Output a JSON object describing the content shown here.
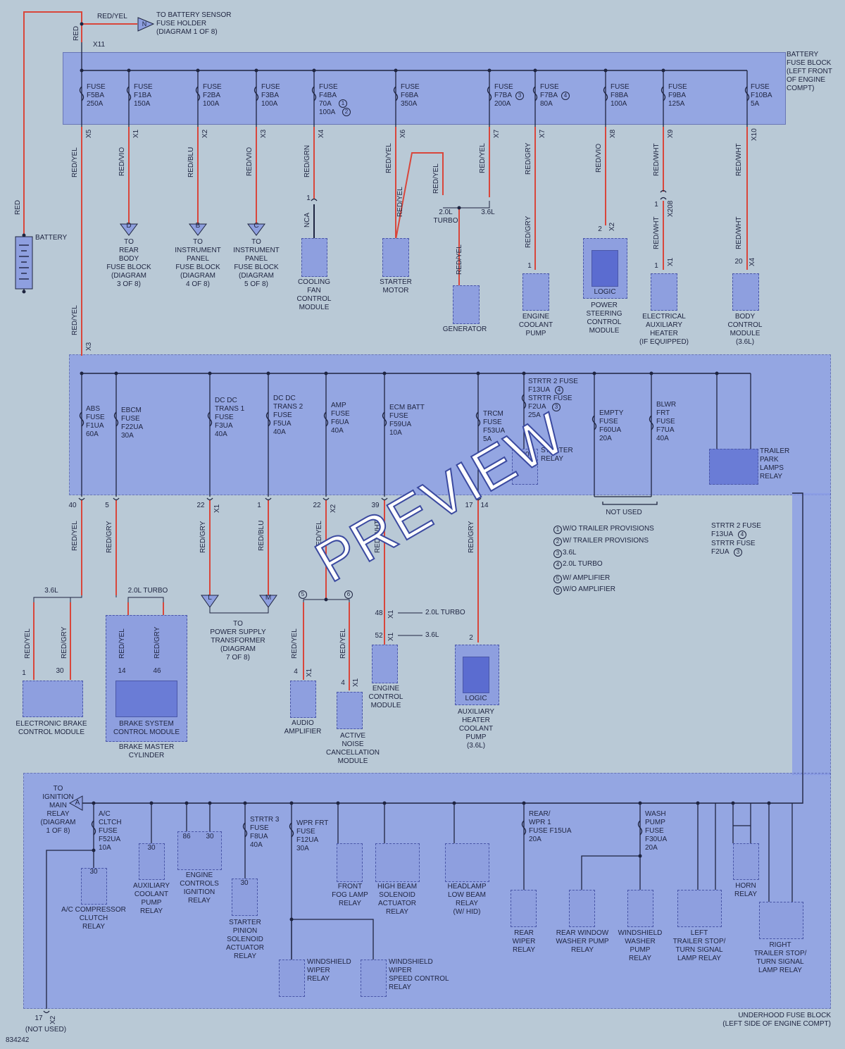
{
  "diagram_id": "834242",
  "watermark": "PREVIEW",
  "battery": {
    "label": "BATTERY",
    "wire": "RED"
  },
  "battery_sensor": {
    "wire": "RED/YEL",
    "conn": "X11",
    "connector": "N",
    "text": "TO BATTERY SENSOR\nFUSE HOLDER\n(DIAGRAM 1 OF 8)"
  },
  "battery_fuse_block": {
    "label": "BATTERY\nFUSE BLOCK\n(LEFT FRONT\nOF ENGINE\nCOMPT)",
    "fuses": [
      {
        "text": "FUSE\nF5BA\n250A",
        "conn": "X5",
        "wire": "RED/YEL"
      },
      {
        "text": "FUSE\nF1BA\n150A",
        "conn": "X1",
        "wire": "RED/VIO"
      },
      {
        "text": "FUSE\nF2BA\n100A",
        "conn": "X2",
        "wire": "RED/BLU"
      },
      {
        "text": "FUSE\nF3BA\n100A",
        "conn": "X3",
        "wire": "RED/VIO"
      },
      {
        "text": "FUSE\nF4BA\n70A\n100A",
        "conn": "X4",
        "wire": "RED/GRN"
      },
      {
        "text": "FUSE\nF6BA\n350A",
        "conn": "X6",
        "wire": "RED/YEL"
      },
      {
        "text": "FUSE\nF7BA\n200A",
        "conn": "X7",
        "wire": "RED/YEL"
      },
      {
        "text": "FUSE\nF7BA\n80A",
        "conn": "X7",
        "wire": "RED/GRY"
      },
      {
        "text": "FUSE\nF8BA\n100A",
        "conn": "X8",
        "wire": "RED/VIO"
      },
      {
        "text": "FUSE\nF9BA\n125A",
        "conn": "X9",
        "wire": "RED/WHT"
      },
      {
        "text": "FUSE\nF10BA\n5A",
        "conn": "X10",
        "wire": "RED/WHT"
      }
    ]
  },
  "top_loads": {
    "rear_body": {
      "connector": "D",
      "text": "TO\nREAR\nBODY\nFUSE BLOCK\n(DIAGRAM\n3 OF 8)"
    },
    "ip_4": {
      "connector": "B",
      "text": "TO\nINSTRUMENT\nPANEL\nFUSE BLOCK\n(DIAGRAM\n4 OF 8)"
    },
    "ip_5": {
      "connector": "C",
      "text": "TO\nINSTRUMENT\nPANEL\nFUSE BLOCK\n(DIAGRAM\n5 OF 8)"
    },
    "cooling_fan": {
      "text": "COOLING\nFAN\nCONTROL\nMODULE",
      "wire": "NCA",
      "pin": "1"
    },
    "starter_motor": {
      "text": "STARTER\nMOTOR",
      "wire": "RED/YEL"
    },
    "generator": {
      "text": "GENERATOR",
      "wire": "RED/YEL",
      "turbo": "2.0L\nTURBO",
      "v6": "3.6L",
      "wire2": "RED/YEL"
    },
    "engine_coolant_pump": {
      "text": "ENGINE\nCOOLANT\nPUMP",
      "wire": "RED/GRY",
      "pin": "1"
    },
    "power_steering": {
      "text": "POWER\nSTEERING\nCONTROL\nMODULE",
      "logic": "LOGIC",
      "pin": "2",
      "conn": "X2"
    },
    "aux_heater": {
      "text": "ELECTRICAL\nAUXILIARY\nHEATER\n(IF EQUIPPED)",
      "wire": "RED/WHT",
      "pin": "1",
      "conn": "X1",
      "inline_pin": "1",
      "inline_conn": "X208"
    },
    "body_control": {
      "text": "BODY\nCONTROL\nMODULE\n(3.6L)",
      "wire": "RED/WHT",
      "pin": "20",
      "conn": "X4"
    }
  },
  "mid_block": {
    "feed_wire": "RED/YEL",
    "feed_conn": "X3",
    "fuses": [
      {
        "text": "ABS\nFUSE\nF1UA\n60A",
        "pin": "40",
        "wire": "RED/YEL"
      },
      {
        "text": "EBCM\nFUSE\nF22UA\n30A",
        "pin": "5",
        "wire": "RED/GRY"
      },
      {
        "text": "DC DC\nTRANS 1\nFUSE\nF3UA\n40A",
        "pin": "22",
        "conn": "X1",
        "wire": "RED/GRY"
      },
      {
        "text": "DC DC\nTRANS 2\nFUSE\nF5UA\n40A",
        "pin": "1",
        "wire": "RED/BLU"
      },
      {
        "text": "AMP\nFUSE\nF6UA\n40A",
        "pin": "22",
        "conn": "X2",
        "wire": "RED/YEL"
      },
      {
        "text": "ECM BATT\nFUSE\nF59UA\n10A",
        "pin": "39",
        "wire": "RED/WHT"
      },
      {
        "text": "TRCM\nFUSE\nF53UA\n5A",
        "pin": "14",
        "pin2": "17",
        "wire": "RED/GRY"
      },
      {
        "text": "STRTR 2 FUSE\nF13UA\nSTRTR FUSE\nF2UA\n25A"
      },
      {
        "text": "EMPTY\nFUSE\nF60UA\n20A"
      },
      {
        "text": "BLWR\nFRT\nFUSE\nF7UA\n40A"
      }
    ],
    "starter_relay": {
      "text": "STARTER\nRELAY",
      "pin": "30"
    },
    "trailer_relay": {
      "text": "TRAILER\nPARK\nLAMPS\nRELAY"
    },
    "not_used": "NOT USED"
  },
  "legend": [
    {
      "n": "1",
      "text": "W/O TRAILER PROVISIONS"
    },
    {
      "n": "2",
      "text": "W/ TRAILER PROVISIONS"
    },
    {
      "n": "3",
      "text": "3.6L"
    },
    {
      "n": "4",
      "text": "2.0L TURBO"
    },
    {
      "n": "5",
      "text": "W/ AMPLIFIER"
    },
    {
      "n": "6",
      "text": "W/O AMPLIFIER"
    }
  ],
  "strtr_note": {
    "l1": "STRTR 2 FUSE",
    "l2": "F13UA",
    "l3": "STRTR FUSE",
    "l4": "F2UA"
  },
  "mid_loads": {
    "v6": "3.6L",
    "turbo": "2.0L TURBO",
    "ebcm": {
      "text": "ELECTRONIC BRAKE\nCONTROL MODULE",
      "wire1": "RED/YEL",
      "pin1": "1",
      "wire2": "RED/GRY",
      "pin2": "30"
    },
    "bscm": {
      "text": "BRAKE SYSTEM\nCONTROL MODULE",
      "sub": "BRAKE MASTER\nCYLINDER",
      "wire1": "RED/YEL",
      "pin1": "14",
      "wire2": "RED/GRY",
      "pin2": "46"
    },
    "pst": {
      "text": "TO\nPOWER SUPPLY\nTRANSFORMER\n(DIAGRAM\n7 OF 8)",
      "conn1": "L",
      "conn2": "M"
    },
    "audio": {
      "text": "AUDIO\nAMPLIFIER",
      "wire": "RED/YEL",
      "pin": "4",
      "conn": "X1"
    },
    "anc": {
      "text": "ACTIVE\nNOISE\nCANCELLATION\nMODULE",
      "wire": "RED/YEL",
      "pin": "4",
      "conn": "X1"
    },
    "ecm": {
      "text": "ENGINE\nCONTROL\nMODULE",
      "pin1": "48",
      "conn1": "X1",
      "pin2": "52",
      "conn2": "X1",
      "lbl1": "2.0L TURBO",
      "lbl2": "3.6L"
    },
    "aux_pump": {
      "text": "AUXILIARY\nHEATER\nCOOLANT\nPUMP\n(3.6L)",
      "logic": "LOGIC",
      "pin": "2"
    }
  },
  "underhood": {
    "label": "UNDERHOOD FUSE BLOCK\n(LEFT SIDE OF ENGINE COMPT)",
    "ign_main": {
      "connector": "A",
      "text": "TO\nIGNITION\nMAIN\nRELAY\n(DIAGRAM\n1 OF 8)"
    },
    "not_used": {
      "pin": "17",
      "conn": "X2",
      "text": "(NOT USED)"
    },
    "fuses": [
      {
        "text": "A/C\nCLTCH\nFUSE\nF52UA\n10A"
      },
      {
        "text": "STRTR 3\nFUSE\nF8UA\n40A"
      },
      {
        "text": "WPR FRT\nFUSE\nF12UA\n30A"
      },
      {
        "text": "REAR/\nWPR 1\nFUSE F15UA\n20A"
      },
      {
        "text": "WASH\nPUMP\nFUSE\nF30UA\n20A"
      }
    ],
    "relays": [
      {
        "text": "A/C COMPRESSOR\nCLUTCH\nRELAY",
        "pin": "30"
      },
      {
        "text": "AUXILIARY\nCOOLANT\nPUMP\nRELAY",
        "pin": "30"
      },
      {
        "text": "ENGINE\nCONTROLS\nIGNITION\nRELAY",
        "pin1": "86",
        "pin2": "30"
      },
      {
        "text": "STARTER\nPINION\nSOLENOID\nACTUATOR\nRELAY",
        "pin": "30"
      },
      {
        "text": "FRONT\nFOG LAMP\nRELAY"
      },
      {
        "text": "HIGH BEAM\nSOLENOID\nACTUATOR\nRELAY"
      },
      {
        "text": "HEADLAMP\nLOW BEAM\nRELAY\n(W/ HID)"
      },
      {
        "text": "REAR\nWIPER\nRELAY"
      },
      {
        "text": "REAR WINDOW\nWASHER PUMP\nRELAY"
      },
      {
        "text": "WINDSHIELD\nWASHER\nPUMP\nRELAY"
      },
      {
        "text": "LEFT\nTRAILER STOP/\nTURN SIGNAL\nLAMP RELAY"
      },
      {
        "text": "HORN\nRELAY"
      },
      {
        "text": "RIGHT\nTRAILER STOP/\nTURN SIGNAL\nLAMP RELAY"
      },
      {
        "text": "WINDSHIELD\nWIPER\nRELAY"
      },
      {
        "text": "WINDSHIELD\nWIPER\nSPEED CONTROL\nRELAY"
      }
    ]
  }
}
